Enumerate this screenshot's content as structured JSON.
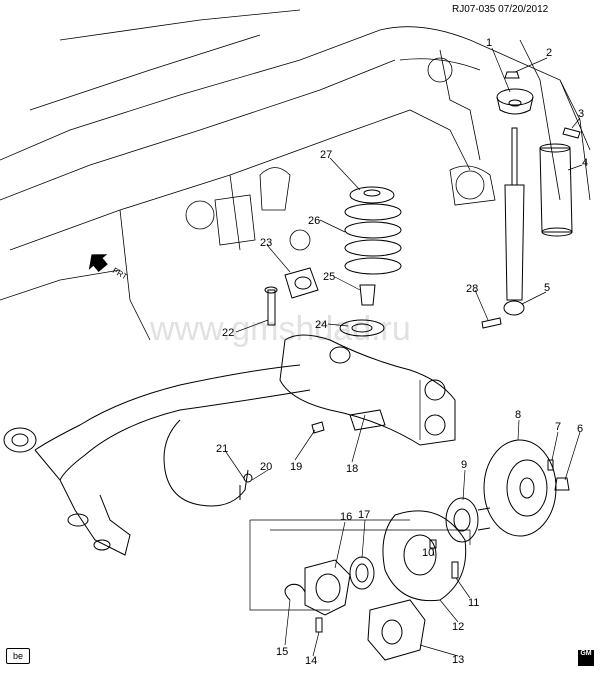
{
  "header": {
    "ref": "RJ07-035  07/20/2012"
  },
  "watermark": "www.gmshdad.ru",
  "direction_label": "FRT",
  "corner_tag": "be",
  "logo_text": "GM",
  "callouts": [
    "1",
    "2",
    "3",
    "4",
    "5",
    "6",
    "7",
    "8",
    "9",
    "10",
    "11",
    "12",
    "13",
    "14",
    "15",
    "16",
    "17",
    "18",
    "19",
    "20",
    "21",
    "22",
    "23",
    "24",
    "25",
    "26",
    "27",
    "28"
  ]
}
